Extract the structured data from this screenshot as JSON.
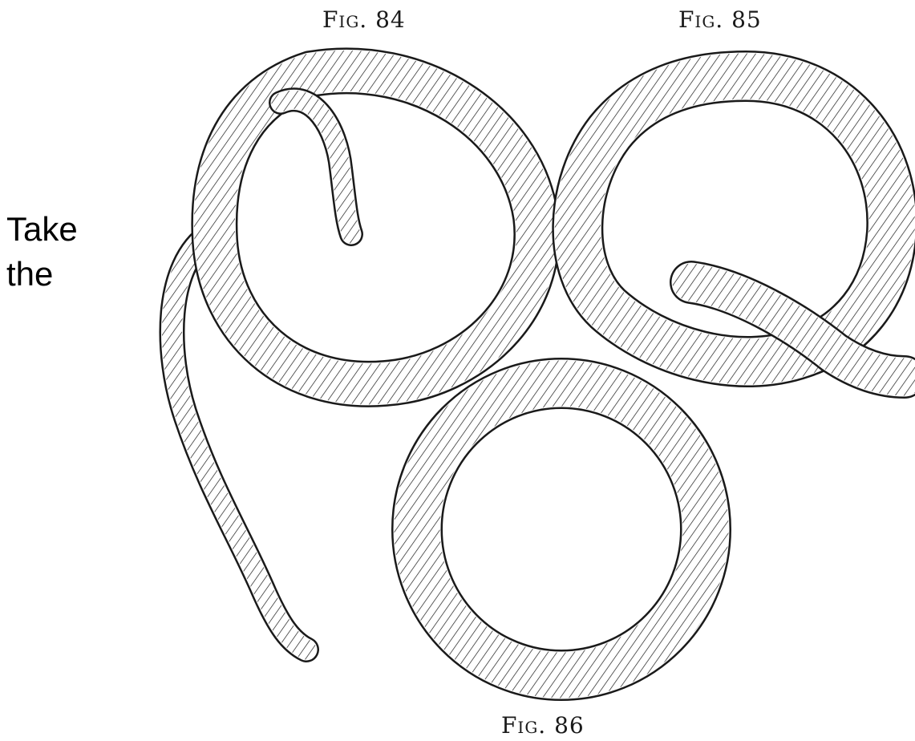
{
  "side_text": {
    "line1": "Take",
    "line2": "the"
  },
  "figures": {
    "fig84_caption": "Fig. 84",
    "fig85_caption": "Fig. 85",
    "fig86_caption": "Fig. 86"
  },
  "colors": {
    "ink": "#1a1a1a",
    "paper": "#ffffff"
  }
}
